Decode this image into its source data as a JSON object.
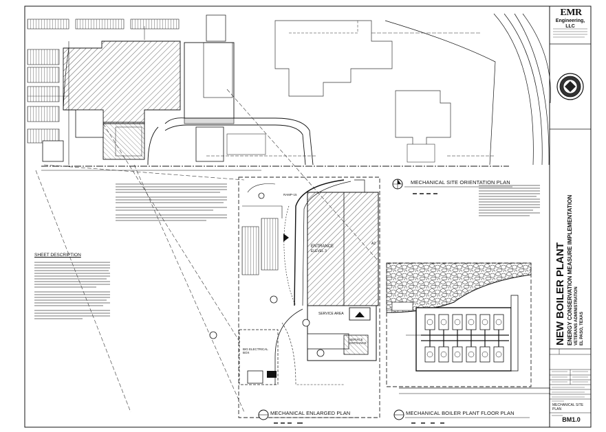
{
  "title_block": {
    "firm_logo_text": "EMR",
    "firm_name": "Engineering, LLC",
    "project_title": "NEW BOILER PLANT",
    "subtitle": "ENERGY CONSERVATION MEASURE IMPLEMENTATION",
    "agency": "VETERANS ADMINISTRATION",
    "location": "EL PASO, TEXAS",
    "sheet_title": "MECHANICAL SITE PLAN",
    "sheet_number": "BM1.0"
  },
  "plans": {
    "site_orientation": "MECHANICAL SITE ORIENTATION PLAN",
    "enlarged": "MECHANICAL ENLARGED PLAN",
    "boiler_floor": "MECHANICAL BOILER PLANT FLOOR PLAN"
  },
  "sheet_description": {
    "heading": "SHEET DESCRIPTION"
  },
  "labels": {
    "entrance": "ENTRANCE",
    "elevel": "ELEVEL 3",
    "service_area": "SERVICE AREA",
    "ramp": "RAMP-15",
    "elec_box": "BIG ELECTRICAL BOX",
    "service_ent": "SERVICE ENTRANCE",
    "grid_label": "A2"
  }
}
